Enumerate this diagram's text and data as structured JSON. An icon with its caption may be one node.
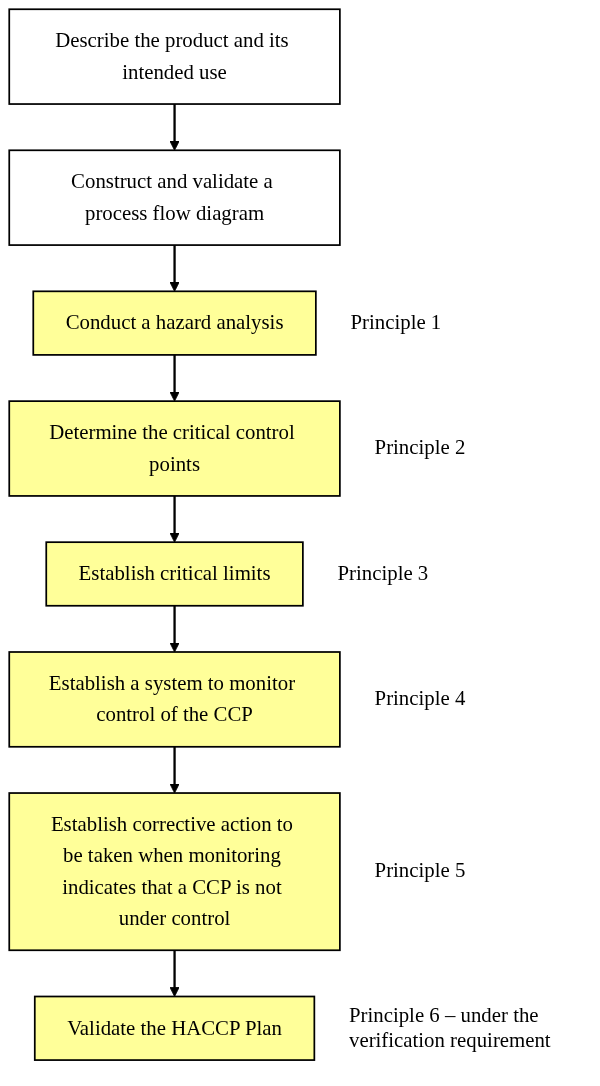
{
  "diagram": {
    "nodes": [
      {
        "text": [
          "Describe the product and its intended use"
        ]
      },
      {
        "text": [
          "Construct and validate a process flow diagram"
        ]
      },
      {
        "text": [
          "Conduct a hazard analysis"
        ],
        "beside": [
          "Principle 1"
        ]
      },
      {
        "text": [
          "Determine the critical control points"
        ],
        "beside": [
          "Principle 2"
        ]
      },
      {
        "text": [
          "Establish critical limits"
        ],
        "beside": [
          "Principle 3"
        ]
      },
      {
        "text": [
          "Establish a system to monitor control of the CCP"
        ],
        "beside": [
          "Principle 4"
        ]
      },
      {
        "text": [
          "Establish corrective action to be taken when monitoring indicates that a CCP is not under control"
        ],
        "beside": [
          "Principle 5"
        ]
      },
      {
        "text": [
          "Validate the HACCP Plan"
        ],
        "beside": [
          "Principle 6 – under the verification requirement"
        ]
      }
    ],
    "edges": [
      {
        "from": 0,
        "to": 1,
        "arrow": "to"
      },
      {
        "from": 1,
        "to": 2,
        "arrow": "to"
      },
      {
        "from": 2,
        "to": 3,
        "arrow": "to"
      },
      {
        "from": 3,
        "to": 4,
        "arrow": "to"
      },
      {
        "from": 4,
        "to": 5,
        "arrow": "to"
      },
      {
        "from": 5,
        "to": 6,
        "arrow": "to"
      },
      {
        "from": 6,
        "to": 7,
        "arrow": "to"
      }
    ]
  }
}
